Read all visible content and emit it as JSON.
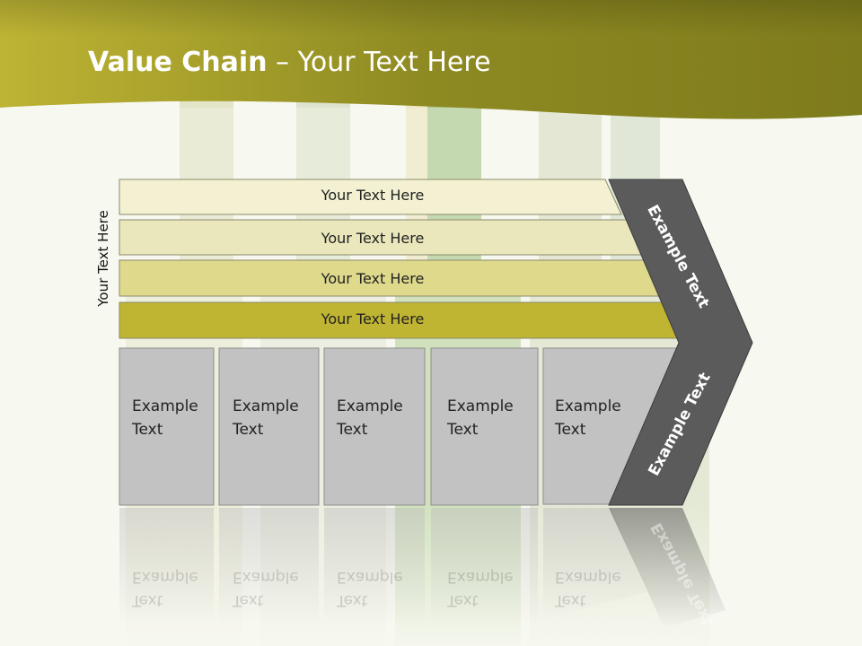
{
  "title": {
    "bold": "Value Chain",
    "rest": " – Your Text Here"
  },
  "side_label": "Your Text Here",
  "rows": [
    {
      "label": "Your Text Here",
      "color": "#f3f1d2"
    },
    {
      "label": "Your Text Here",
      "color": "#eae7bc"
    },
    {
      "label": "Your Text Here",
      "color": "#dfd98c"
    },
    {
      "label": "Your Text Here",
      "color": "#c0b532"
    }
  ],
  "columns": [
    {
      "line1": "Example",
      "line2": "Text"
    },
    {
      "line1": "Example",
      "line2": "Text"
    },
    {
      "line1": "Example",
      "line2": "Text"
    },
    {
      "line1": "Example",
      "line2": "Text"
    },
    {
      "line1": "Example",
      "line2": "Text"
    }
  ],
  "chevron": {
    "upper_label": "Example Text",
    "lower_label": "Example Text",
    "color": "#5b5b5b"
  },
  "colors": {
    "header": "#8f891c",
    "box": "#c2c2c2"
  }
}
